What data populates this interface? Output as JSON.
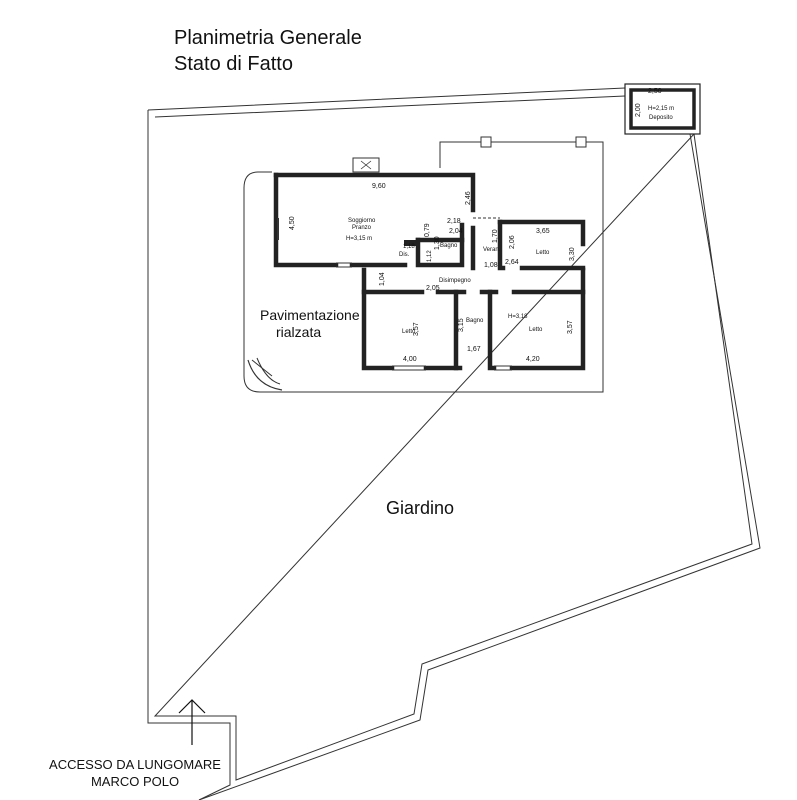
{
  "header": {
    "title_line1": "Planimetria Generale",
    "title_line2": "Stato di Fatto"
  },
  "areas": {
    "garden": "Giardino",
    "pavement_line1": "Pavimentazione",
    "pavement_line2": "rialzata"
  },
  "access": {
    "line1": "ACCESSO DA LUNGOMARE",
    "line2": "MARCO POLO"
  },
  "deposit": {
    "label": "Deposito",
    "height": "H=2,15 m",
    "dim_width": "2,50",
    "dim_depth": "2,00"
  },
  "rooms": {
    "living": {
      "line1": "Soggiorno",
      "line2": "Pranzo",
      "height": "H=3,15 m"
    },
    "bath1": "Bagno",
    "closet": "Dis.",
    "veranda": "Veran.",
    "bedroom_ne": "Letto",
    "hall": "Disimpegno",
    "bedroom_sw": "Letto",
    "bath2": "Bagno",
    "bedroom_se": {
      "label": "Letto",
      "height": "H=3,18"
    }
  },
  "dimensions": {
    "living_width": "9,60",
    "living_depth": "4,50",
    "d_246": "2,46",
    "d_218": "2,18",
    "d_204": "2,04",
    "d_079": "0,79",
    "d_118": "1,18",
    "d_112": "1,12",
    "d_130": "1,30",
    "d_170": "1,70",
    "d_108": "1,08",
    "d_365": "3,65",
    "d_206": "2,06",
    "d_330": "3,30",
    "d_264": "2,64",
    "d_104": "1,04",
    "d_205": "2,05",
    "d_357a": "3,57",
    "d_400": "4,00",
    "d_315": "3,15",
    "d_167": "1,67",
    "d_357b": "3,57",
    "d_420": "4,20"
  }
}
